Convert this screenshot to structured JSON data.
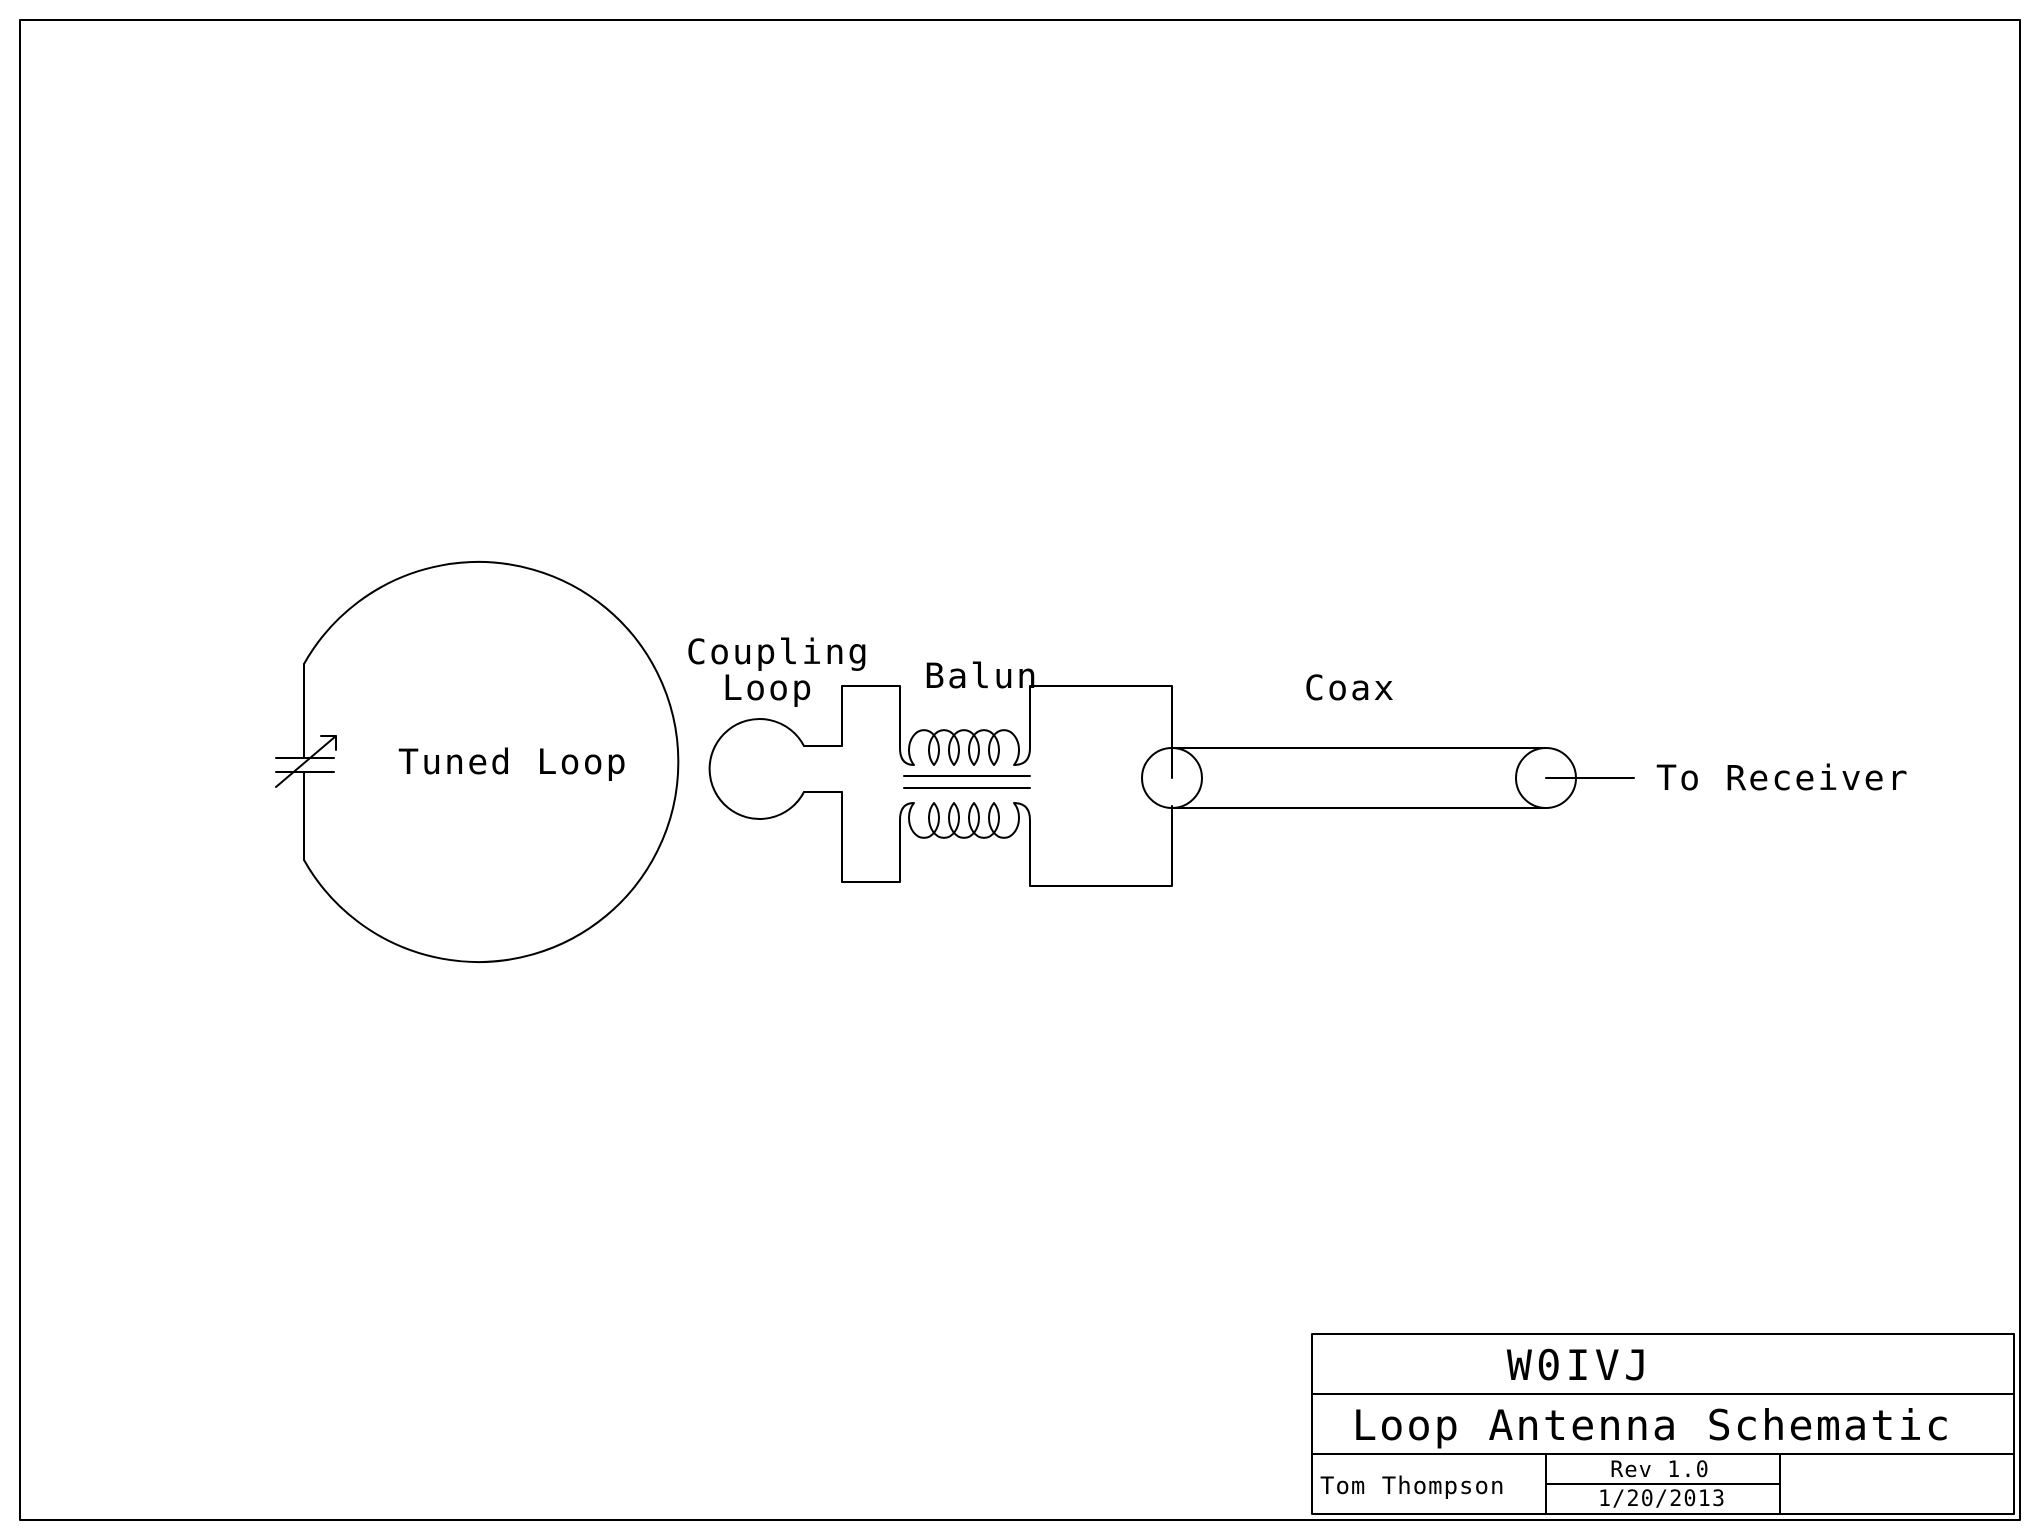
{
  "diagram": {
    "labels": {
      "tuned_loop": "Tuned Loop",
      "coupling_line1": "Coupling",
      "coupling_line2": "Loop",
      "balun": "Balun",
      "coax": "Coax",
      "to_receiver": "To Receiver"
    }
  },
  "title_block": {
    "callsign": "W0IVJ",
    "title": "Loop Antenna Schematic",
    "author": "Tom Thompson",
    "revision": "Rev 1.0",
    "date": "1/20/2013"
  }
}
